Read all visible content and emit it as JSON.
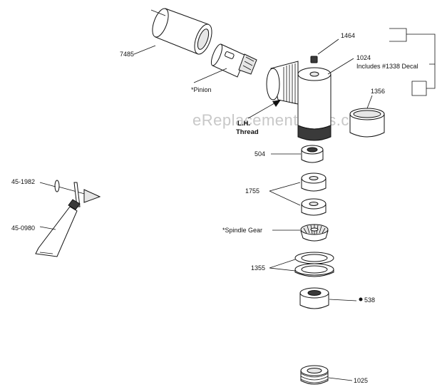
{
  "watermark": "eReplacementParts.com",
  "labels": {
    "p7485": "7485",
    "pinion": "*Pinion",
    "p1464": "1464",
    "p1024": "1024",
    "p1024_note": "Includes #1338 Decal",
    "p1356": "1356",
    "lh_thread_1": "L.H.",
    "lh_thread_2": "Thread",
    "p504": "504",
    "p1755": "1755",
    "spindle_gear": "*Spindle Gear",
    "p1355": "1355",
    "p538": "538",
    "p1025": "1025",
    "p45_1982": "45-1982",
    "p45_0980": "45-0980"
  }
}
